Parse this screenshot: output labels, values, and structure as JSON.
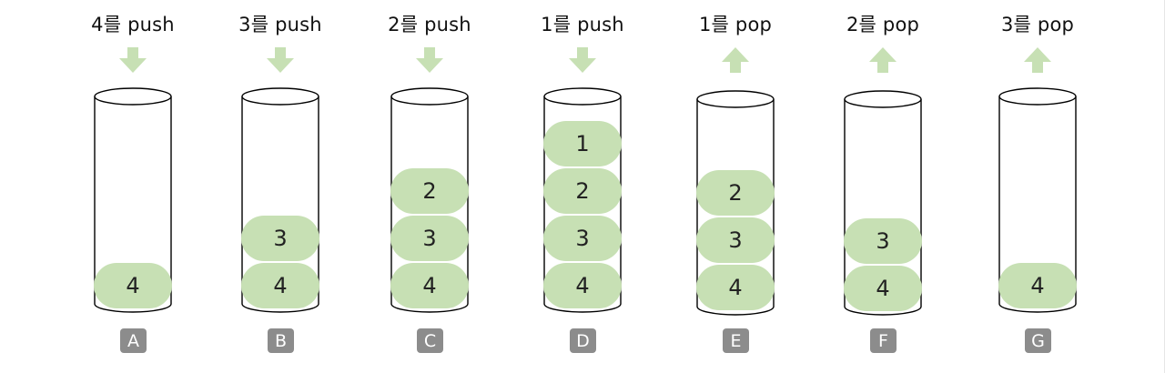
{
  "colors": {
    "item_fill": "#c7e0b4",
    "arrow_fill": "#c7e0b4",
    "badge_fill": "#8c8c8c",
    "outline": "#000000"
  },
  "steps": [
    {
      "op": "4를 push",
      "direction": "down",
      "badge": "A",
      "stack": [
        "4"
      ]
    },
    {
      "op": "3를 push",
      "direction": "down",
      "badge": "B",
      "stack": [
        "3",
        "4"
      ]
    },
    {
      "op": "2를 push",
      "direction": "down",
      "badge": "C",
      "stack": [
        "2",
        "3",
        "4"
      ]
    },
    {
      "op": "1를 push",
      "direction": "down",
      "badge": "D",
      "stack": [
        "1",
        "2",
        "3",
        "4"
      ]
    },
    {
      "op": "1를 pop",
      "direction": "up",
      "badge": "E",
      "stack": [
        "2",
        "3",
        "4"
      ]
    },
    {
      "op": "2를 pop",
      "direction": "up",
      "badge": "F",
      "stack": [
        "3",
        "4"
      ]
    },
    {
      "op": "3를 pop",
      "direction": "up",
      "badge": "G",
      "stack": [
        "4"
      ]
    }
  ]
}
